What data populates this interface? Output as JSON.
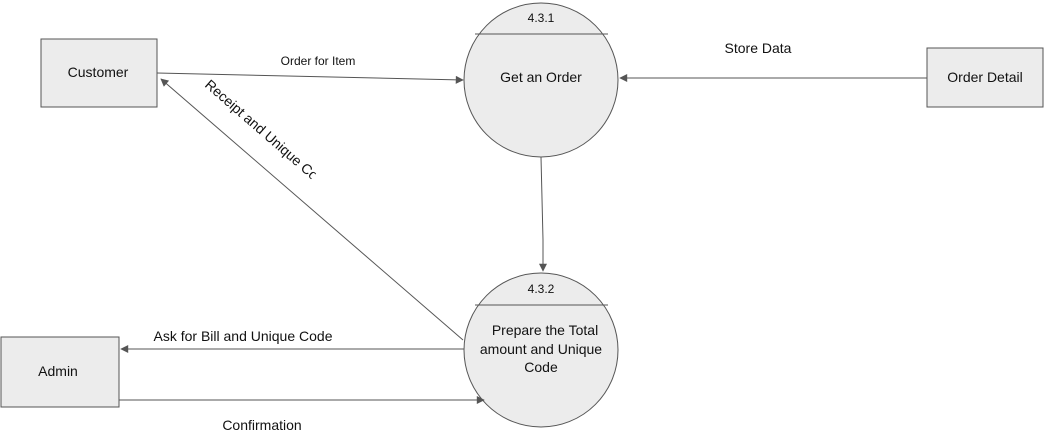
{
  "entities": {
    "customer": "Customer",
    "order_detail": "Order Detail",
    "admin": "Admin"
  },
  "processes": {
    "p1": {
      "id": "4.3.1",
      "lines": [
        "Get an Order"
      ]
    },
    "p2": {
      "id": "4.3.2",
      "lines": [
        "Prepare the Total",
        "amount and Unique",
        "Code"
      ]
    }
  },
  "flows": {
    "order_for_item": "Order for Item",
    "store_data": "Store Data",
    "receipt_and_unique_code": "Receipt and Unique Code",
    "ask_for_bill": "Ask for Bill and Unique Code",
    "confirmation": "Confirmation"
  }
}
